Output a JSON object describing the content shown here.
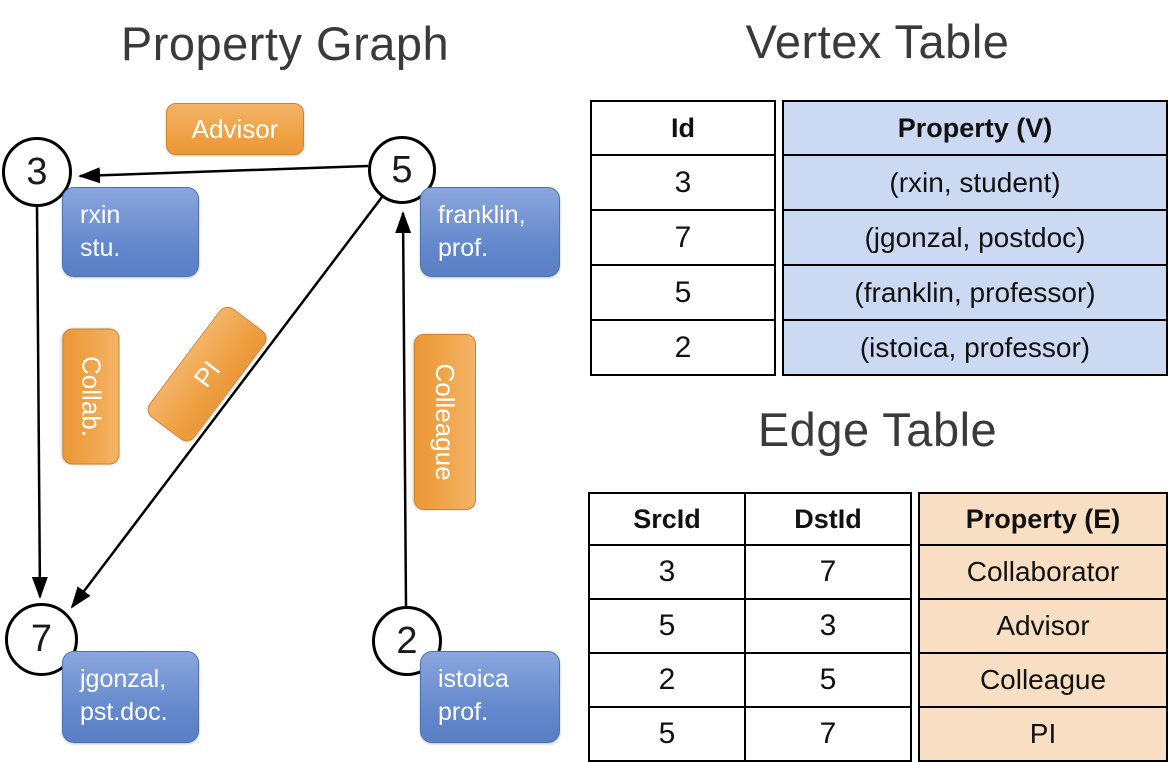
{
  "graph": {
    "title": "Property Graph",
    "nodes": [
      {
        "id": "3",
        "property": "rxin\nstu."
      },
      {
        "id": "5",
        "property": "franklin,\nprof."
      },
      {
        "id": "7",
        "property": "jgonzal,\npst.doc."
      },
      {
        "id": "2",
        "property": "istoica\nprof."
      }
    ],
    "edges": [
      {
        "src": "5",
        "dst": "3",
        "label": "Advisor"
      },
      {
        "src": "3",
        "dst": "7",
        "label": "Collab."
      },
      {
        "src": "5",
        "dst": "7",
        "label": "PI"
      },
      {
        "src": "2",
        "dst": "5",
        "label": "Colleague"
      }
    ]
  },
  "vertex_table": {
    "title": "Vertex Table",
    "columns": {
      "id": "Id",
      "property": "Property (V)"
    },
    "rows": [
      {
        "id": "3",
        "property": "(rxin, student)"
      },
      {
        "id": "7",
        "property": "(jgonzal, postdoc)"
      },
      {
        "id": "5",
        "property": "(franklin, professor)"
      },
      {
        "id": "2",
        "property": "(istoica, professor)"
      }
    ]
  },
  "edge_table": {
    "title": "Edge Table",
    "columns": {
      "src": "SrcId",
      "dst": "DstId",
      "property": "Property (E)"
    },
    "rows": [
      {
        "src": "3",
        "dst": "7",
        "property": "Collaborator"
      },
      {
        "src": "5",
        "dst": "3",
        "property": "Advisor"
      },
      {
        "src": "2",
        "dst": "5",
        "property": "Colleague"
      },
      {
        "src": "5",
        "dst": "7",
        "property": "PI"
      }
    ]
  },
  "colors": {
    "vertex_box_fill": "#6e92d4",
    "edge_box_fill": "#efa24a",
    "vertex_table_fill": "#ccd9f2",
    "edge_table_fill": "#f8dfc3"
  }
}
